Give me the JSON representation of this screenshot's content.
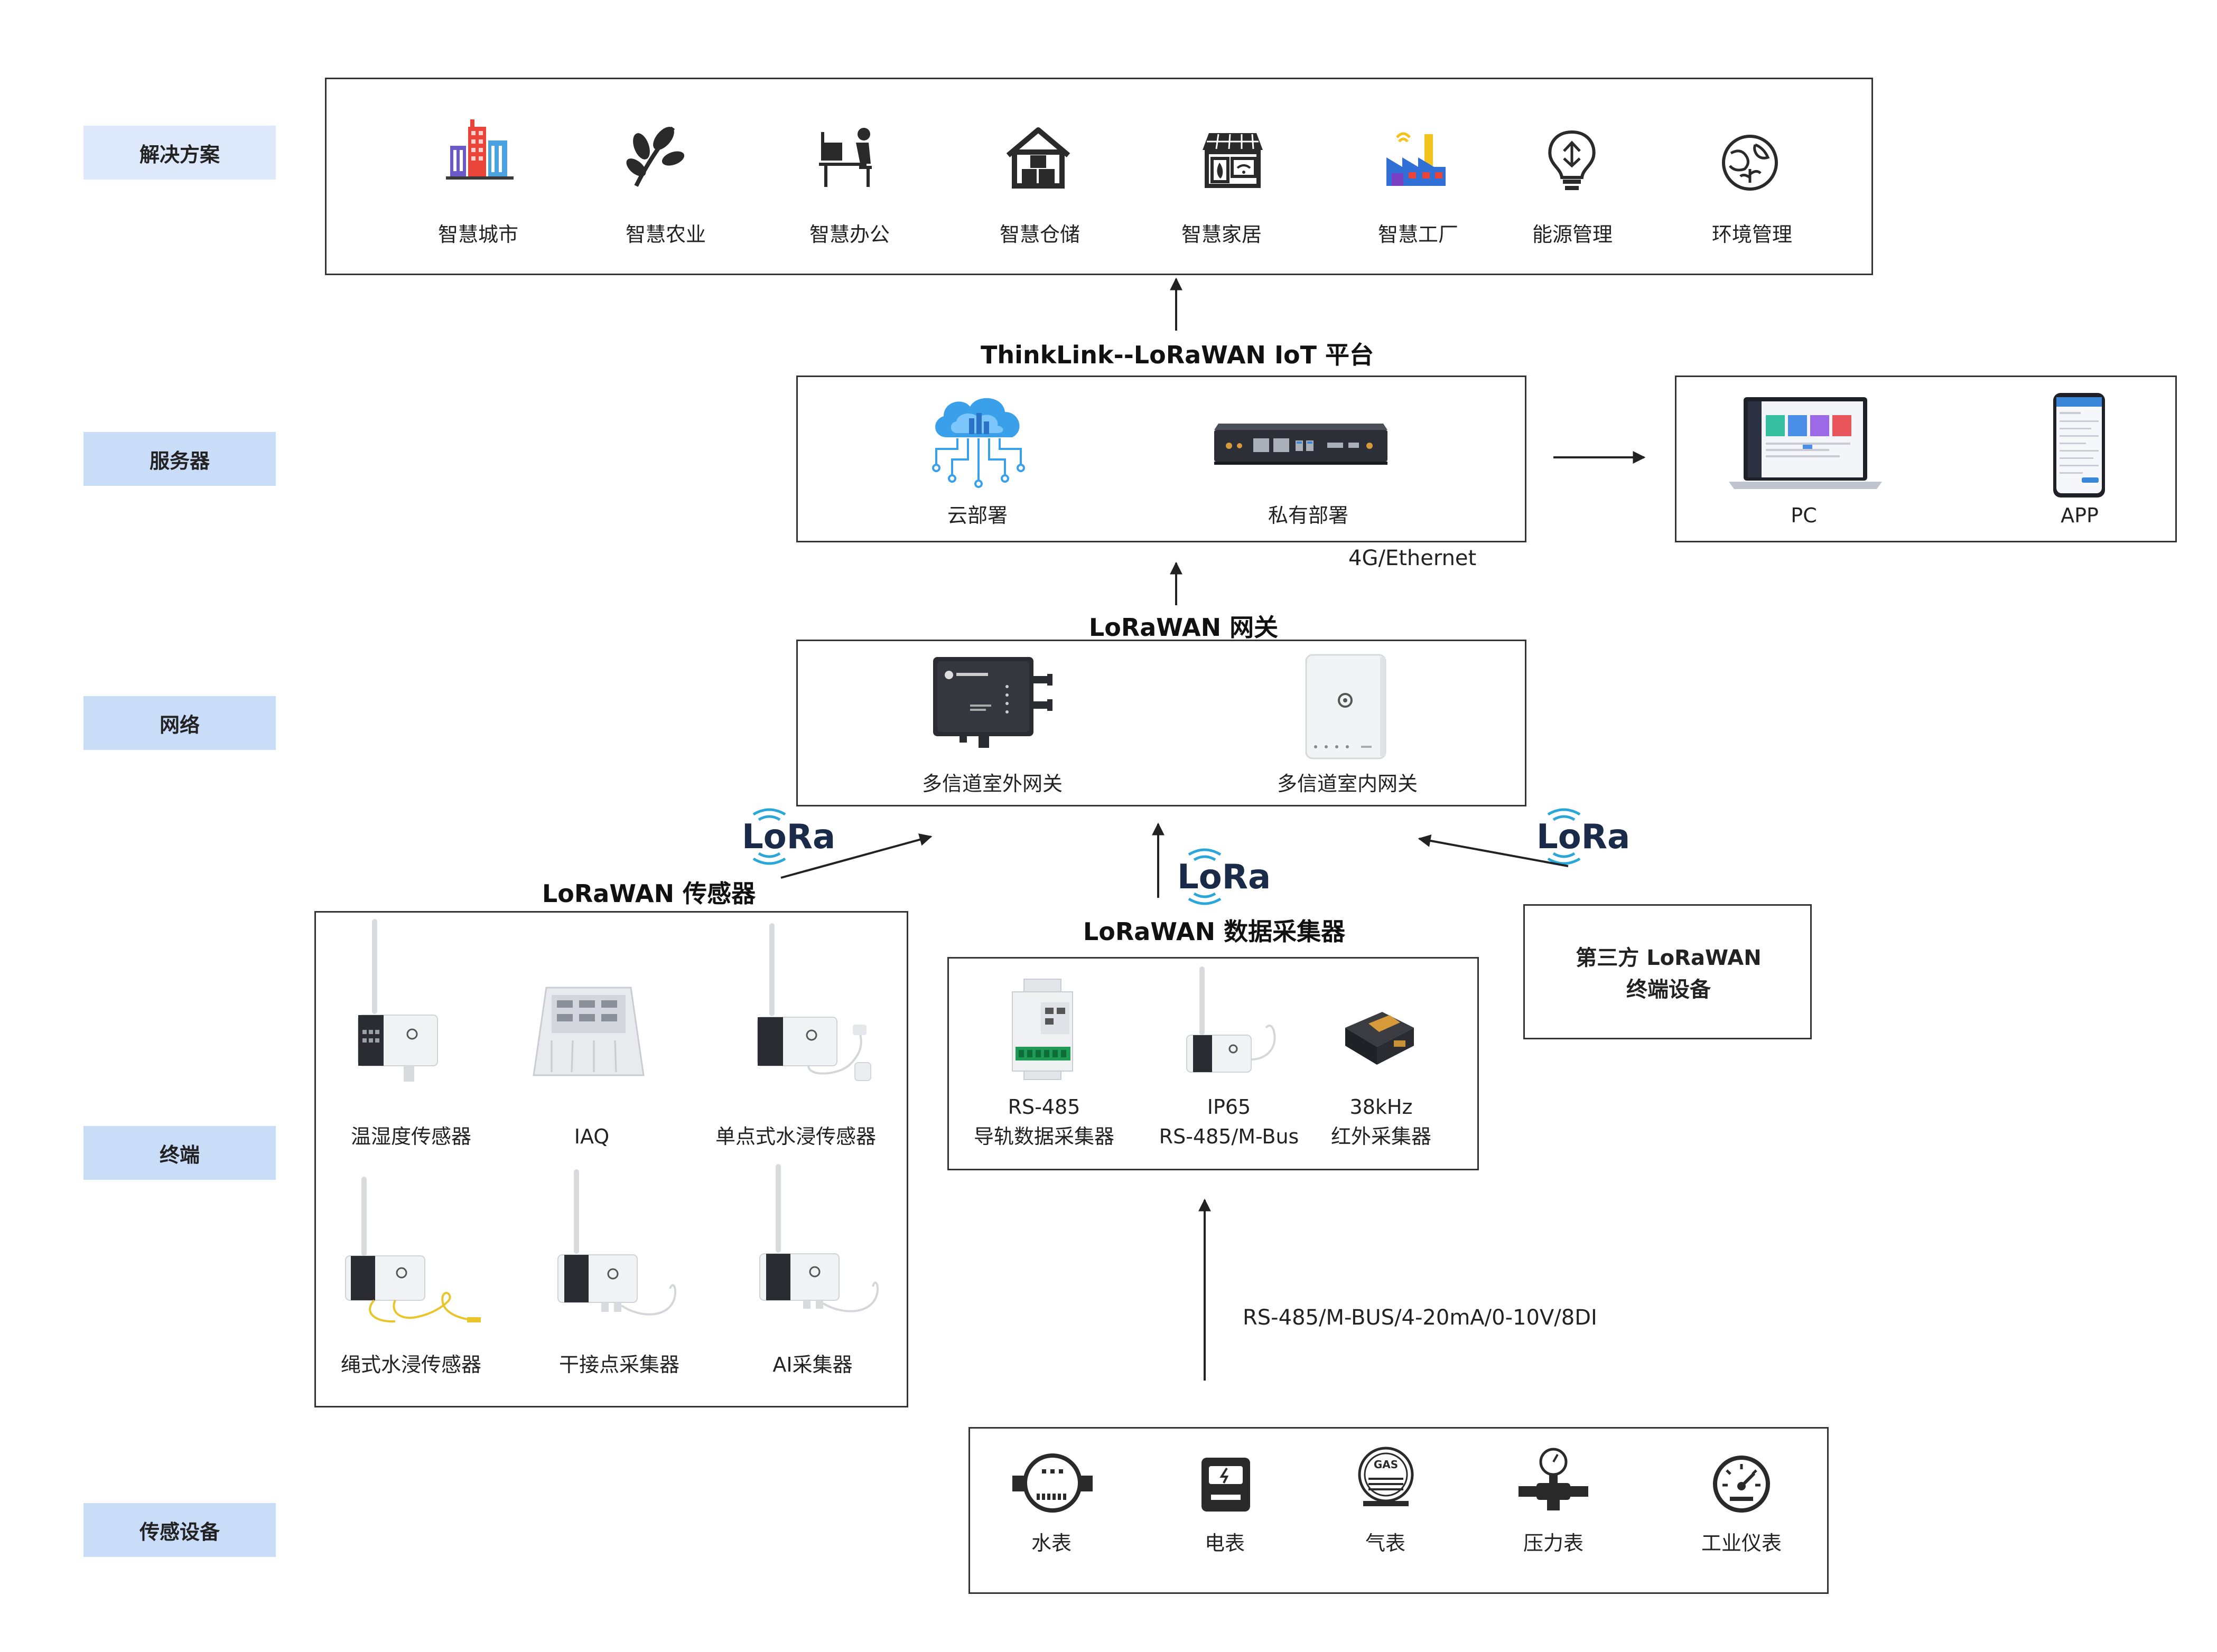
{
  "layers": {
    "solutions": "解决方案",
    "server": "服务器",
    "network": "网络",
    "terminal": "终端",
    "sensing": "传感设备"
  },
  "solutions": {
    "items": [
      "智慧城市",
      "智慧农业",
      "智慧办公",
      "智慧仓储",
      "智慧家居",
      "智慧工厂",
      "能源管理",
      "环境管理"
    ]
  },
  "platform": {
    "title": "ThinkLink--LoRaWAN IoT 平台",
    "cloud": "云部署",
    "private": "私有部署",
    "link": "4G/Ethernet"
  },
  "clients": {
    "pc": "PC",
    "app": "APP"
  },
  "gateway": {
    "title": "LoRaWAN 网关",
    "outdoor": "多信道室外网关",
    "indoor": "多信道室内网关"
  },
  "lora_logo": "LoRa",
  "sensors": {
    "title": "LoRaWAN 传感器",
    "items": [
      "温湿度传感器",
      "IAQ",
      "单点式水浸传感器",
      "绳式水浸传感器",
      "干接点采集器",
      "AI采集器"
    ]
  },
  "collectors": {
    "title": "LoRaWAN 数据采集器",
    "items": [
      {
        "line1": "RS-485",
        "line2": "导轨数据采集器"
      },
      {
        "line1": "IP65",
        "line2": "RS-485/M-Bus"
      },
      {
        "line1": "38kHz",
        "line2": "红外采集器"
      }
    ]
  },
  "third_party": {
    "line1": "第三方 LoRaWAN",
    "line2": "终端设备"
  },
  "bus_label": "RS-485/M-BUS/4-20mA/0-10V/8DI",
  "meters": {
    "items": [
      "水表",
      "电表",
      "气表",
      "压力表",
      "工业仪表"
    ]
  },
  "colors": {
    "layer_bg_light": "#dde8fb",
    "layer_bg": "#c9dcf8",
    "lora_wave": "#2aa7d8",
    "box_border": "#333333"
  }
}
